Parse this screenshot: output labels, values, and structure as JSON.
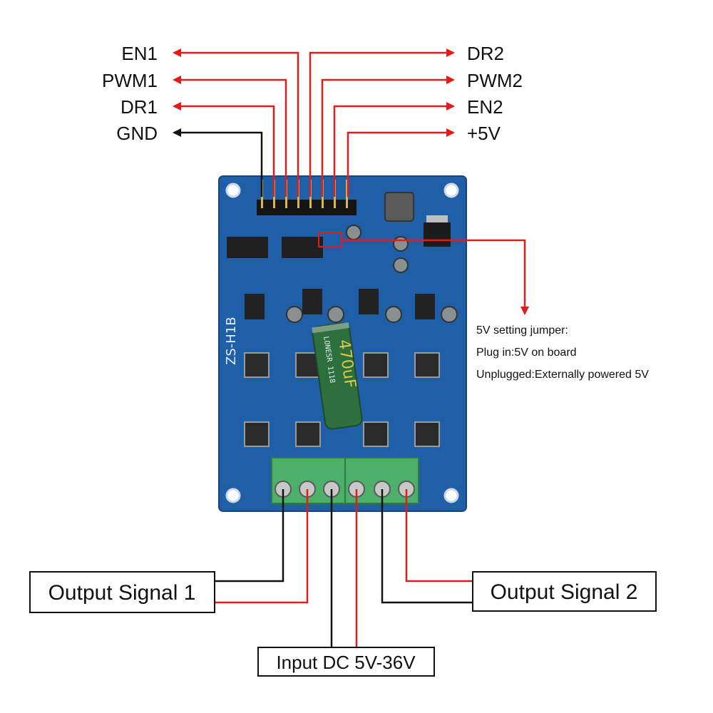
{
  "colors": {
    "signal_line": "#e21b1b",
    "ground_line": "#111111",
    "pcb": "#1f5fa8",
    "terminal": "#4caf6a",
    "capacitor": "#2e6f3e"
  },
  "pins_left": [
    {
      "label": "EN1",
      "color": "red"
    },
    {
      "label": "PWM1",
      "color": "red"
    },
    {
      "label": "DR1",
      "color": "red"
    },
    {
      "label": "GND",
      "color": "black"
    }
  ],
  "pins_right": [
    {
      "label": "DR2",
      "color": "red"
    },
    {
      "label": "PWM2",
      "color": "red"
    },
    {
      "label": "EN2",
      "color": "red"
    },
    {
      "label": "+5V",
      "color": "red"
    }
  ],
  "jumper_note": {
    "line1": "5V setting jumper:",
    "line2": "Plug in:5V on board",
    "line3": "Unplugged:Externally powered 5V"
  },
  "outputs": {
    "signal1": "Output Signal 1",
    "signal2": "Output Signal 2",
    "input_dc": "Input DC 5V-36V"
  },
  "board": {
    "model": "ZS-H1B",
    "capacitor_marking": "470uF",
    "capacitor_brand": "LONESR 1118"
  }
}
